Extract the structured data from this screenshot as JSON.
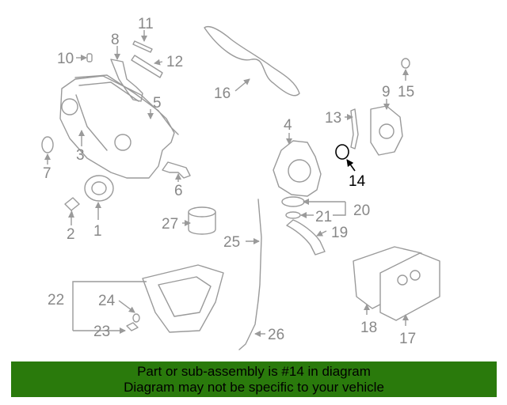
{
  "labels": {
    "p1": "1",
    "p2": "2",
    "p3": "3",
    "p4": "4",
    "p5": "5",
    "p6": "6",
    "p7": "7",
    "p8": "8",
    "p9": "9",
    "p10": "10",
    "p11": "11",
    "p12": "12",
    "p13": "13",
    "p14": "14",
    "p15": "15",
    "p16": "16",
    "p17": "17",
    "p18": "18",
    "p19": "19",
    "p20": "20",
    "p21": "21",
    "p22": "22",
    "p23": "23",
    "p24": "24",
    "p25": "25",
    "p26": "26",
    "p27": "27"
  },
  "highlight_part": "14",
  "banner": {
    "line1": "Part or sub-assembly is #14 in diagram",
    "line2": "Diagram may not be specific to your vehicle",
    "color": "#2a7a0c"
  },
  "colors": {
    "line": "#9a9a9a",
    "highlight": "#000000"
  }
}
